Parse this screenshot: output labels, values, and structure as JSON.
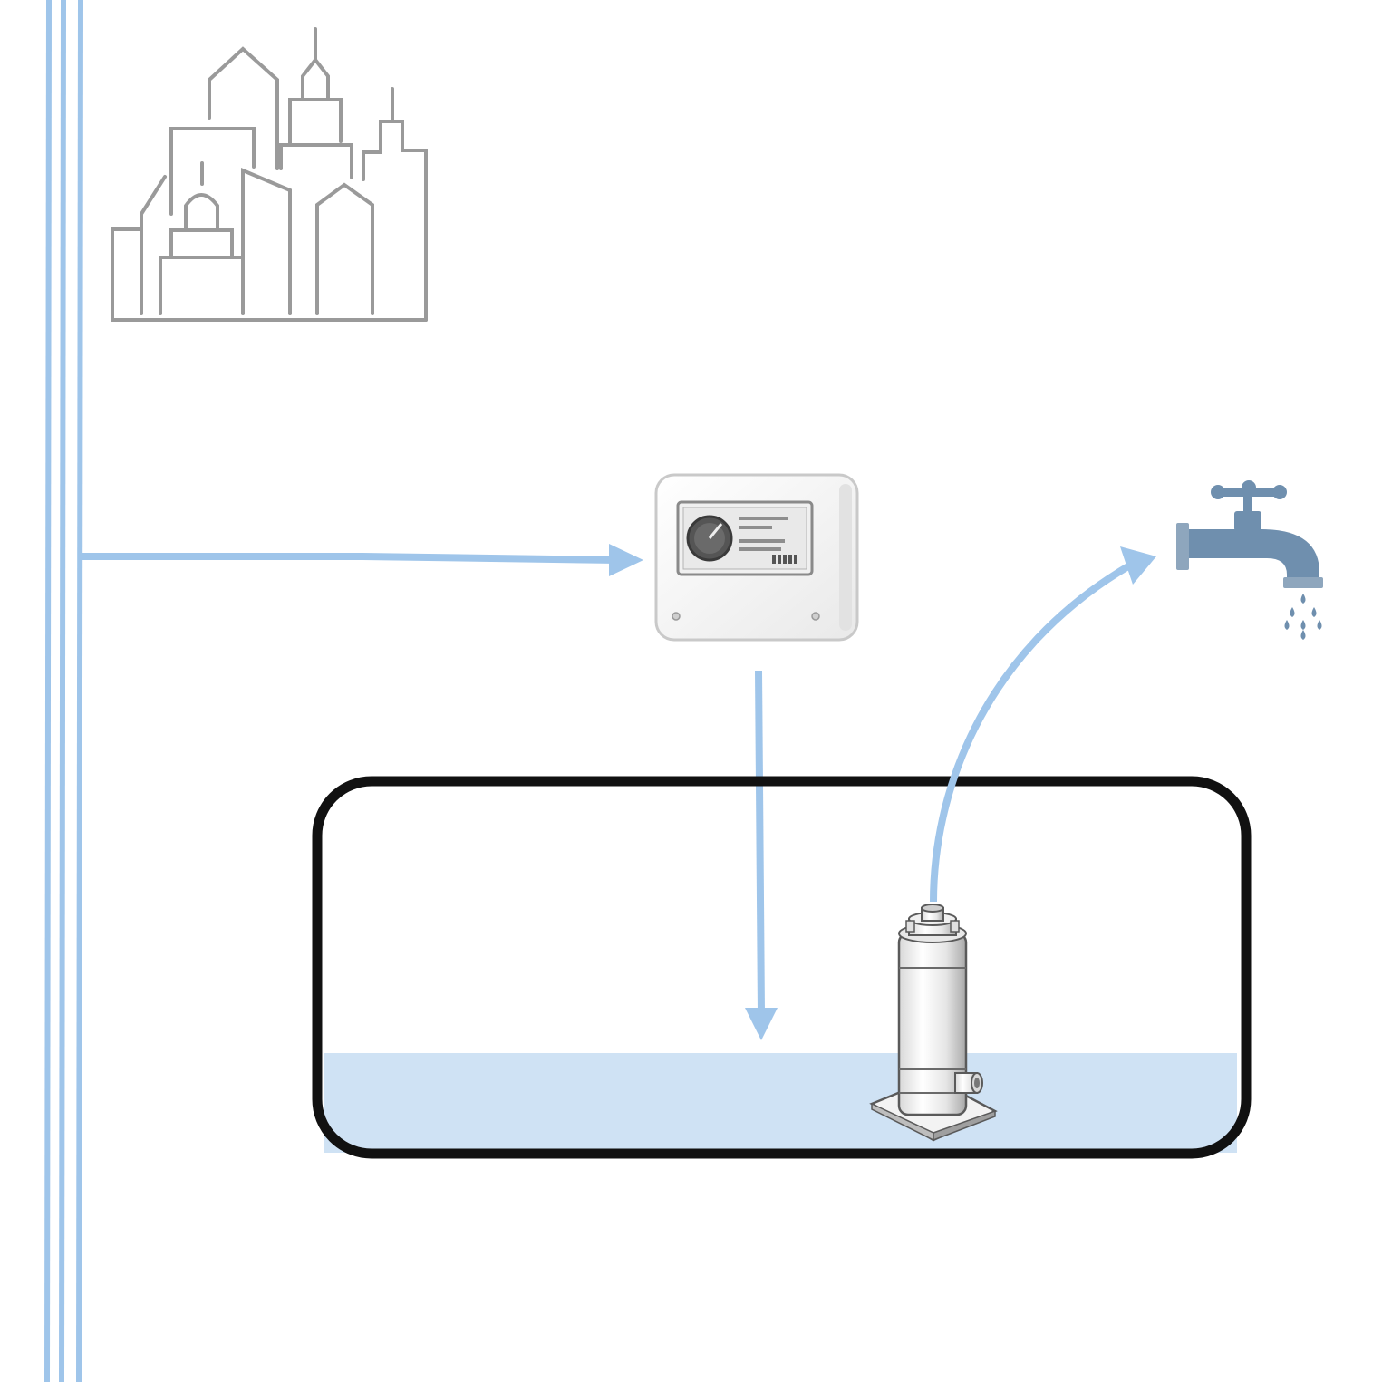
{
  "diagram": {
    "nodes": [
      {
        "id": "city",
        "icon": "city-skyline-icon"
      },
      {
        "id": "controller",
        "icon": "controller-box-icon"
      },
      {
        "id": "faucet",
        "icon": "faucet-icon"
      },
      {
        "id": "tank",
        "icon": "tank-icon"
      },
      {
        "id": "pump",
        "icon": "submersible-pump-icon"
      }
    ],
    "edges": [
      {
        "from": "main-pipe",
        "to": "controller"
      },
      {
        "from": "controller",
        "to": "tank"
      },
      {
        "from": "pump",
        "to": "faucet"
      }
    ],
    "colors": {
      "pipe": "#9fc5ea",
      "water": "#cfe2f4",
      "tank_outline": "#111111",
      "city_outline": "#9a9a9a",
      "faucet": "#6f8fae",
      "controller_body": "#f4f4f4"
    }
  }
}
